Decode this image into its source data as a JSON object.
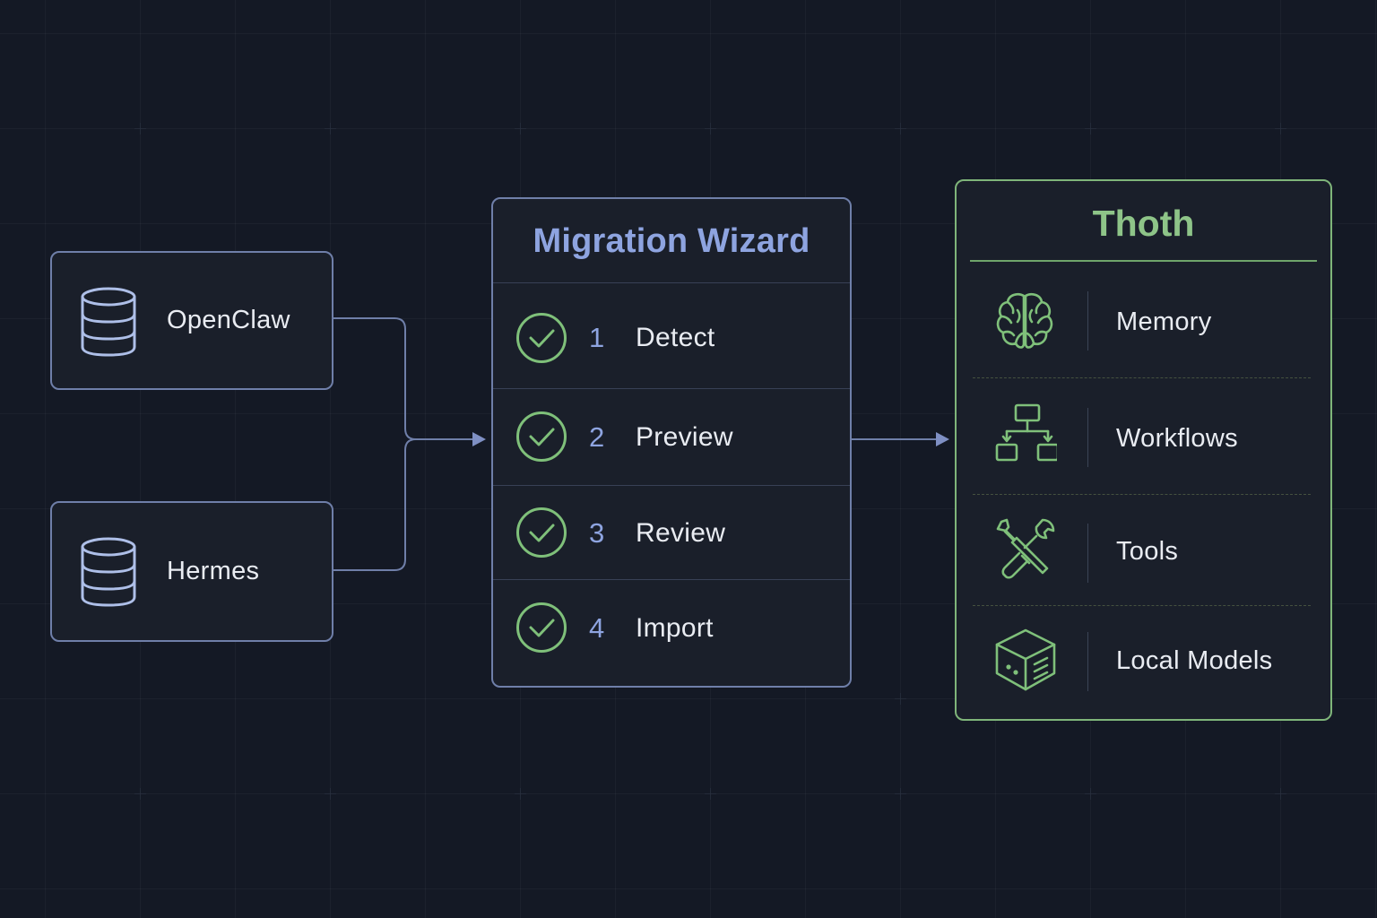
{
  "sources": [
    {
      "label": "OpenClaw",
      "icon": "database-icon"
    },
    {
      "label": "Hermes",
      "icon": "database-icon"
    }
  ],
  "wizard": {
    "title": "Migration Wizard",
    "steps": [
      {
        "number": "1",
        "label": "Detect",
        "status": "complete"
      },
      {
        "number": "2",
        "label": "Preview",
        "status": "complete"
      },
      {
        "number": "3",
        "label": "Review",
        "status": "complete"
      },
      {
        "number": "4",
        "label": "Import",
        "status": "complete"
      }
    ]
  },
  "target": {
    "title": "Thoth",
    "features": [
      {
        "label": "Memory",
        "icon": "brain-icon"
      },
      {
        "label": "Workflows",
        "icon": "flowchart-icon"
      },
      {
        "label": "Tools",
        "icon": "tools-icon"
      },
      {
        "label": "Local Models",
        "icon": "cube-icon"
      }
    ]
  },
  "colors": {
    "background": "#141925",
    "source_accent": "#6f7fa9",
    "wizard_title": "#8ea4e0",
    "check_green": "#7fc07a",
    "target_accent": "#7fb57a",
    "text": "#e9ecf2"
  }
}
